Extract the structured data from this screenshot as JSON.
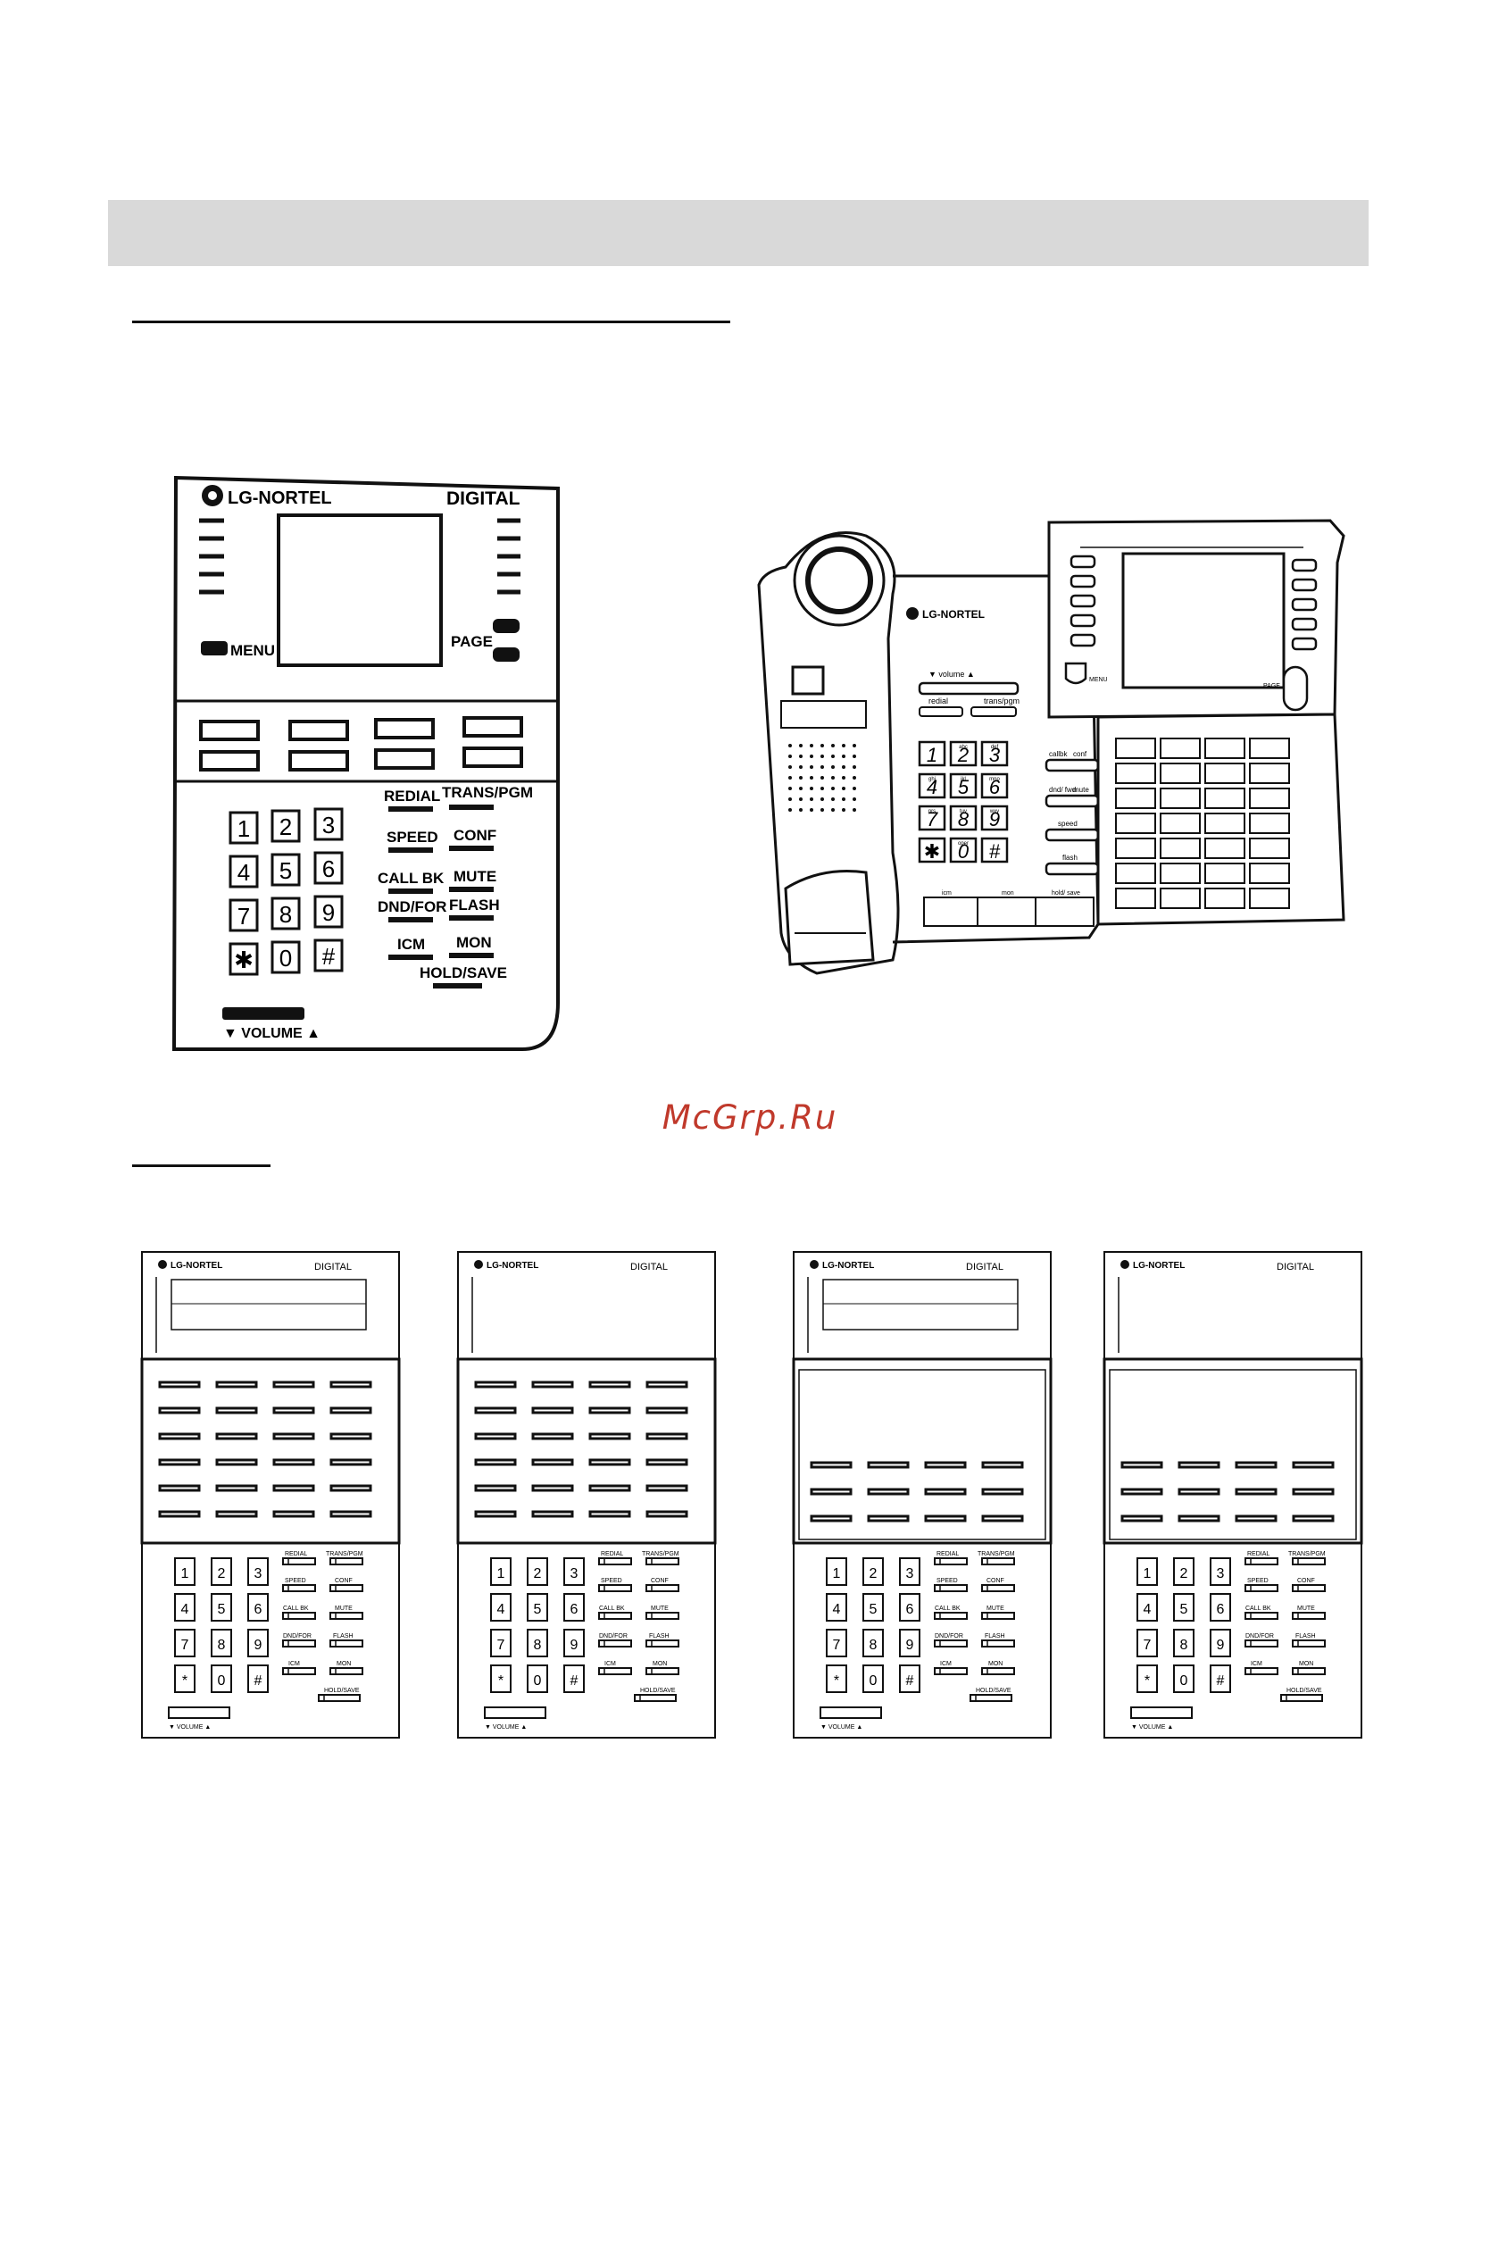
{
  "watermark": "McGrp.Ru",
  "phone_large": {
    "brand": "LG-NORTEL",
    "model": "DIGITAL",
    "menu": "MENU",
    "page": "PAGE",
    "volume": "▼ VOLUME ▲",
    "keys": [
      "1",
      "2",
      "3",
      "4",
      "5",
      "6",
      "7",
      "8",
      "9",
      "✱",
      "0",
      "#"
    ],
    "features": {
      "redial": "REDIAL",
      "trans": "TRANS/PGM",
      "speed": "SPEED",
      "conf": "CONF",
      "callbk": "CALL BK",
      "mute": "MUTE",
      "dnd": "DND/FOR",
      "flash": "FLASH",
      "icm": "ICM",
      "mon": "MON",
      "hold": "HOLD/SAVE"
    }
  },
  "phone_handset": {
    "brand": "LG-NORTEL",
    "volume": "▼ volume ▲",
    "redial": "redial",
    "trans": "trans/pgm",
    "callbk": "callbk",
    "conf": "conf",
    "dnd": "dnd/ fwd",
    "mute": "mute",
    "speed": "speed",
    "flash": "flash",
    "icm": "icm",
    "mon": "mon",
    "hold": "hold/ save",
    "menu": "MENU",
    "page": "PAGE",
    "keys": [
      "1",
      "2",
      "3",
      "4",
      "5",
      "6",
      "7",
      "8",
      "9",
      "✱",
      "0",
      "#"
    ],
    "sub": [
      "",
      "abc",
      "def",
      "ghi",
      "jkl",
      "mno",
      "prs",
      "tuv",
      "wxy",
      "",
      "oper",
      ""
    ]
  },
  "phone_small": {
    "brand": "LG-NORTEL",
    "model": "DIGITAL",
    "volume": "▼  VOLUME  ▲",
    "keys": [
      "1",
      "2",
      "3",
      "4",
      "5",
      "6",
      "7",
      "8",
      "9",
      "*",
      "0",
      "#"
    ],
    "features": {
      "redial": "REDIAL",
      "trans": "TRANS/PGM",
      "speed": "SPEED",
      "conf": "CONF",
      "callbk": "CALL BK",
      "mute": "MUTE",
      "dnd": "DND/FOR",
      "flash": "FLASH",
      "icm": "ICM",
      "mon": "MON",
      "hold": "HOLD/SAVE"
    }
  }
}
